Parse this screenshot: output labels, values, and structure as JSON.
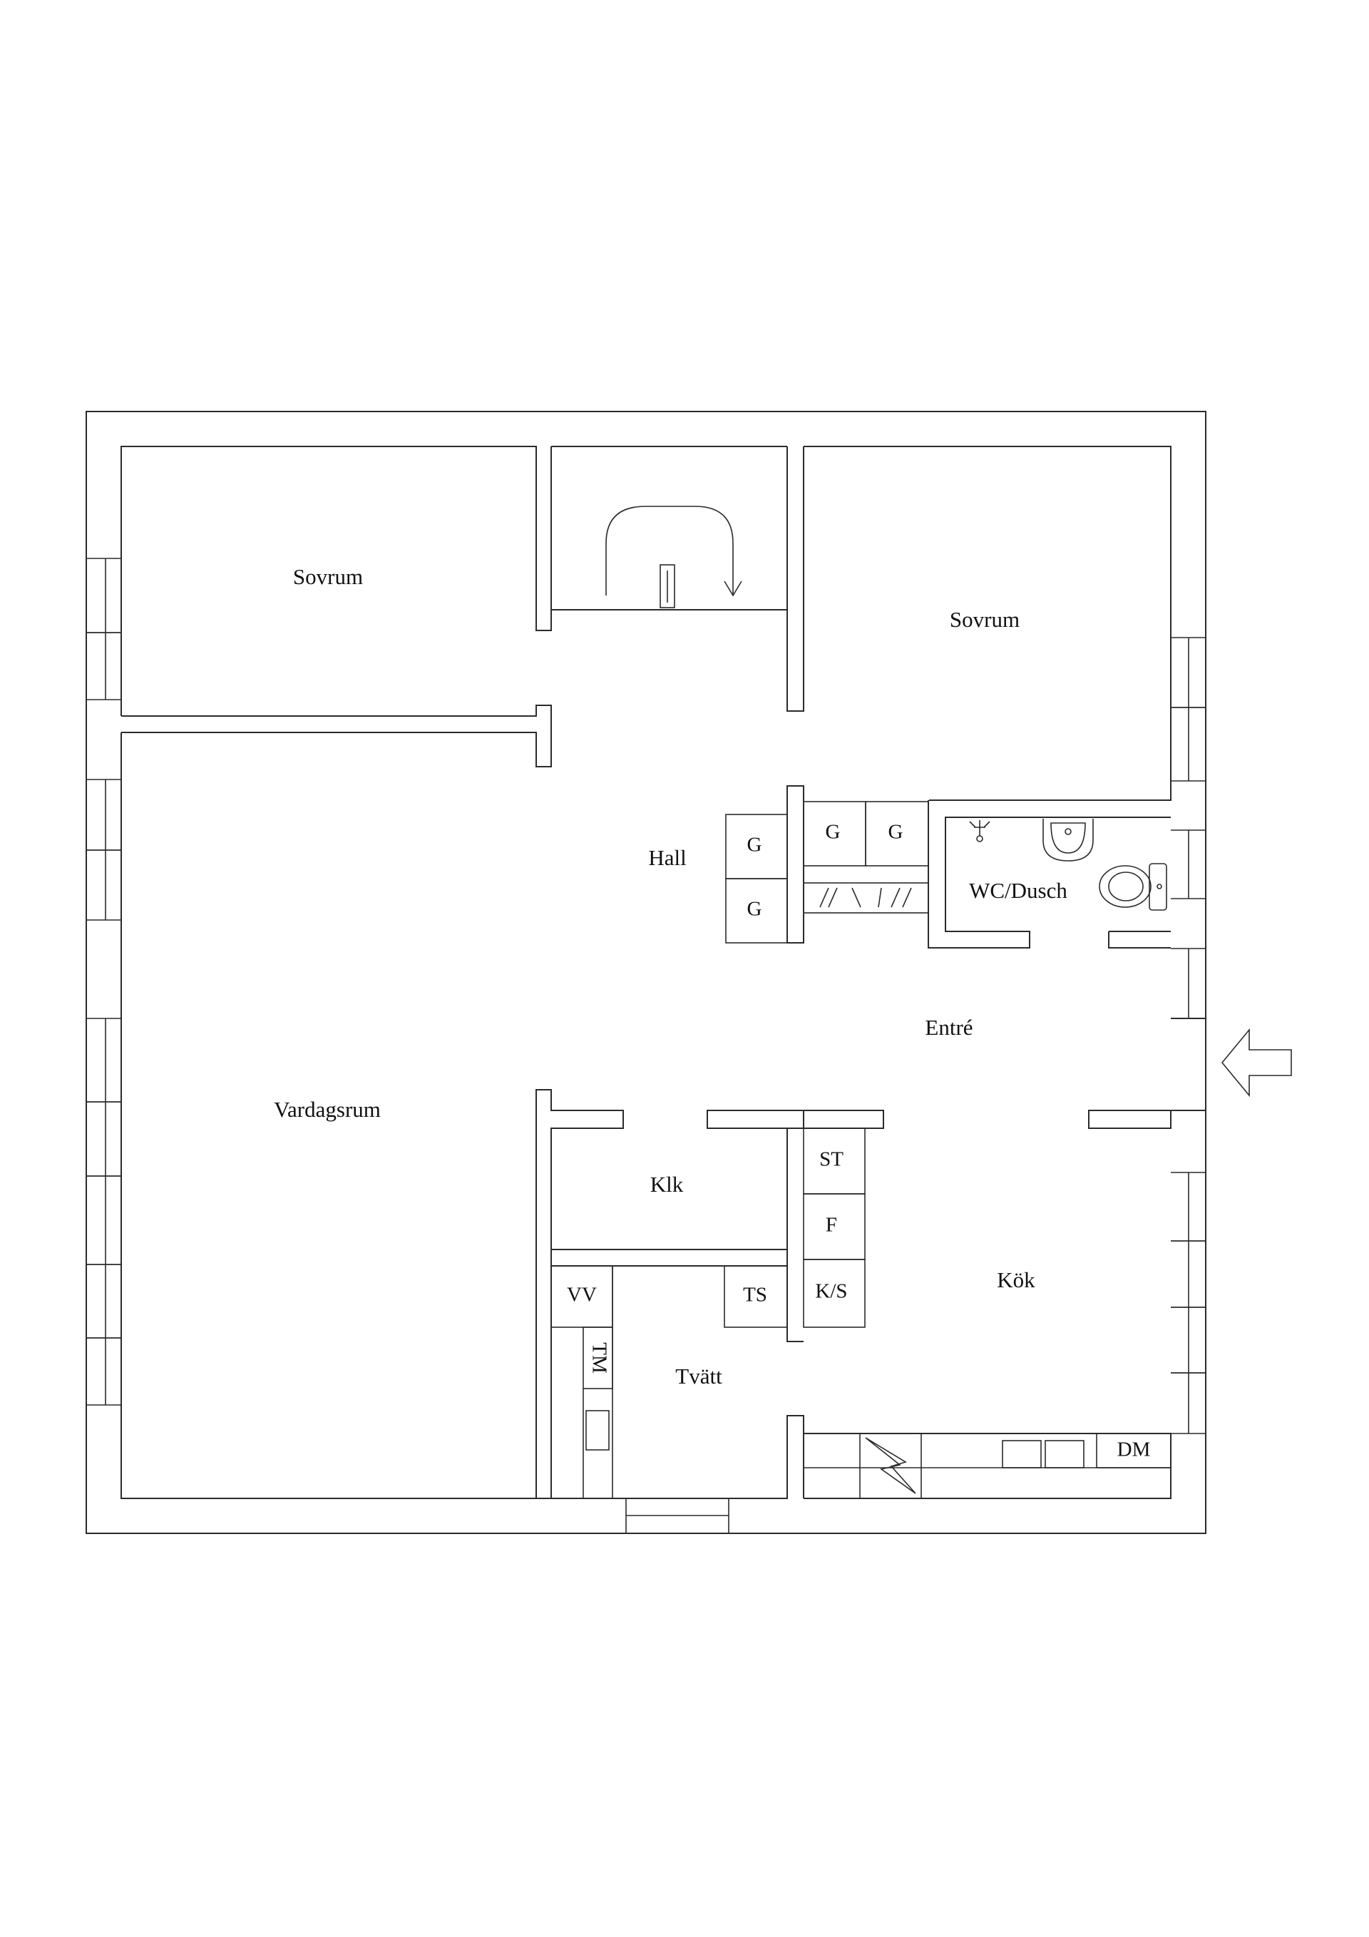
{
  "plan": {
    "rooms": {
      "sovrum_left": "Sovrum",
      "sovrum_right": "Sovrum",
      "hall": "Hall",
      "vardagsrum": "Vardagsrum",
      "wc_dusch": "WC/Dusch",
      "entre": "Entré",
      "klk": "Klk",
      "kok": "Kök",
      "tvatt": "Tvätt"
    },
    "fixtures": {
      "g": "G",
      "st": "ST",
      "f": "F",
      "ks": "K/S",
      "ts": "TS",
      "vv": "VV",
      "tm": "TM",
      "dm": "DM"
    },
    "icons": {
      "entrance": "entrance-arrow-icon",
      "stairs": "stair-arrow-icon",
      "shower": "shower-icon",
      "sink": "sink-icon",
      "toilet": "toilet-icon",
      "chimney": "chimney-icon"
    }
  }
}
